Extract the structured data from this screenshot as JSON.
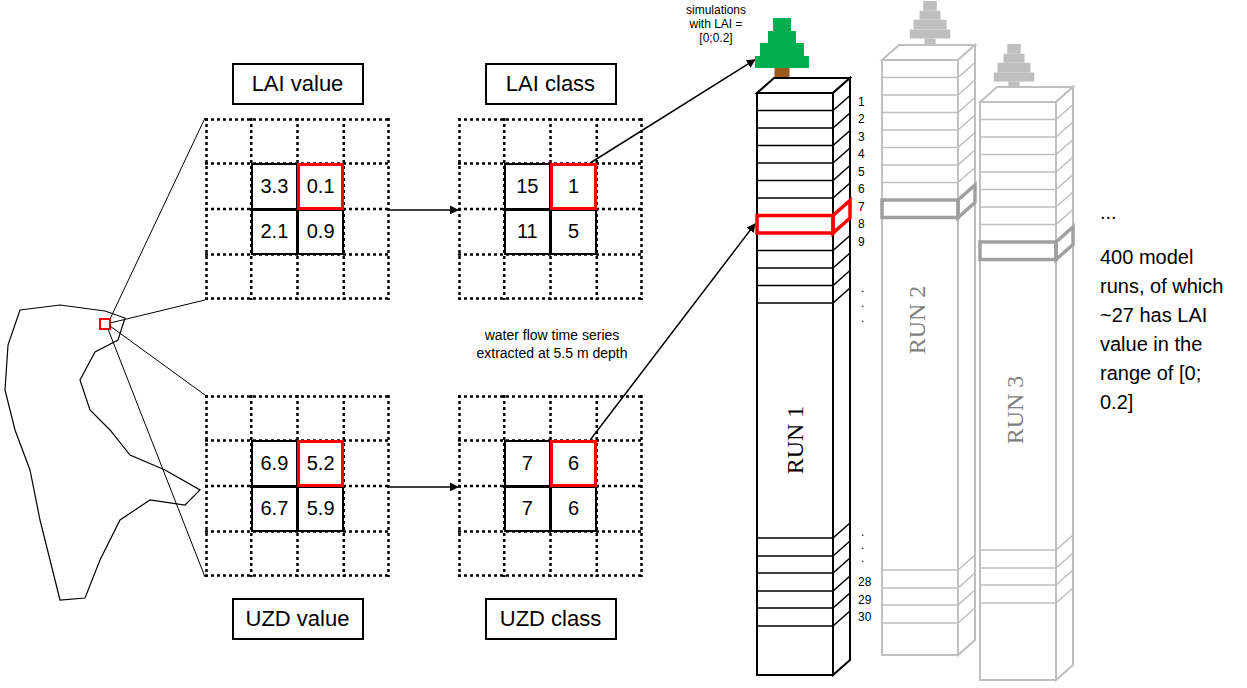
{
  "diagram": {
    "nodes": [
      {
        "text": [
          "LAI value"
        ]
      },
      {
        "text": [
          "3.3"
        ],
        "in": 0
      },
      {
        "text": [
          "0.1"
        ],
        "in": 0
      },
      {
        "text": [
          "2.1"
        ],
        "in": 0
      },
      {
        "text": [
          "0.9"
        ],
        "in": 0
      },
      {
        "text": [
          "LAI class"
        ]
      },
      {
        "text": [
          "15"
        ],
        "in": 5
      },
      {
        "text": [
          "1"
        ],
        "in": 5
      },
      {
        "text": [
          "11"
        ],
        "in": 5
      },
      {
        "text": [
          "5"
        ],
        "in": 5
      },
      {
        "text": [
          "UZD value"
        ]
      },
      {
        "text": [
          "6.9"
        ],
        "in": 10
      },
      {
        "text": [
          "5.2"
        ],
        "in": 10
      },
      {
        "text": [
          "6.7"
        ],
        "in": 10
      },
      {
        "text": [
          "5.9"
        ],
        "in": 10
      },
      {
        "text": [
          "UZD class"
        ]
      },
      {
        "text": [
          "7"
        ],
        "in": 15
      },
      {
        "text": [
          "6"
        ],
        "in": 15
      },
      {
        "text": [
          "7"
        ],
        "in": 15
      },
      {
        "text": [
          "6"
        ],
        "in": 15
      },
      {
        "text": [
          "RUN 1"
        ]
      },
      {
        "text": [
          "RUN 2"
        ]
      },
      {
        "text": [
          "RUN 3"
        ]
      }
    ],
    "edges": [
      {
        "from": 0,
        "to": 5,
        "arrow": "to"
      },
      {
        "from": 10,
        "to": 15,
        "arrow": "to"
      },
      {
        "from": 7,
        "to": 20,
        "arrow": "to"
      },
      {
        "from": 17,
        "to": 20,
        "arrow": "to"
      }
    ],
    "labels": [
      "simulations with LAI = [0;0.2]",
      "water flow time series extracted at 5.5 m depth",
      "1",
      "2",
      "3",
      "4",
      "5",
      "6",
      "7",
      "8",
      "9",
      ".",
      ".",
      ".",
      ".",
      ".",
      ".",
      "28",
      "29",
      "30",
      "...",
      "400 model runs, of which ~27 has LAI value in the range of [0; 0.2]"
    ]
  }
}
